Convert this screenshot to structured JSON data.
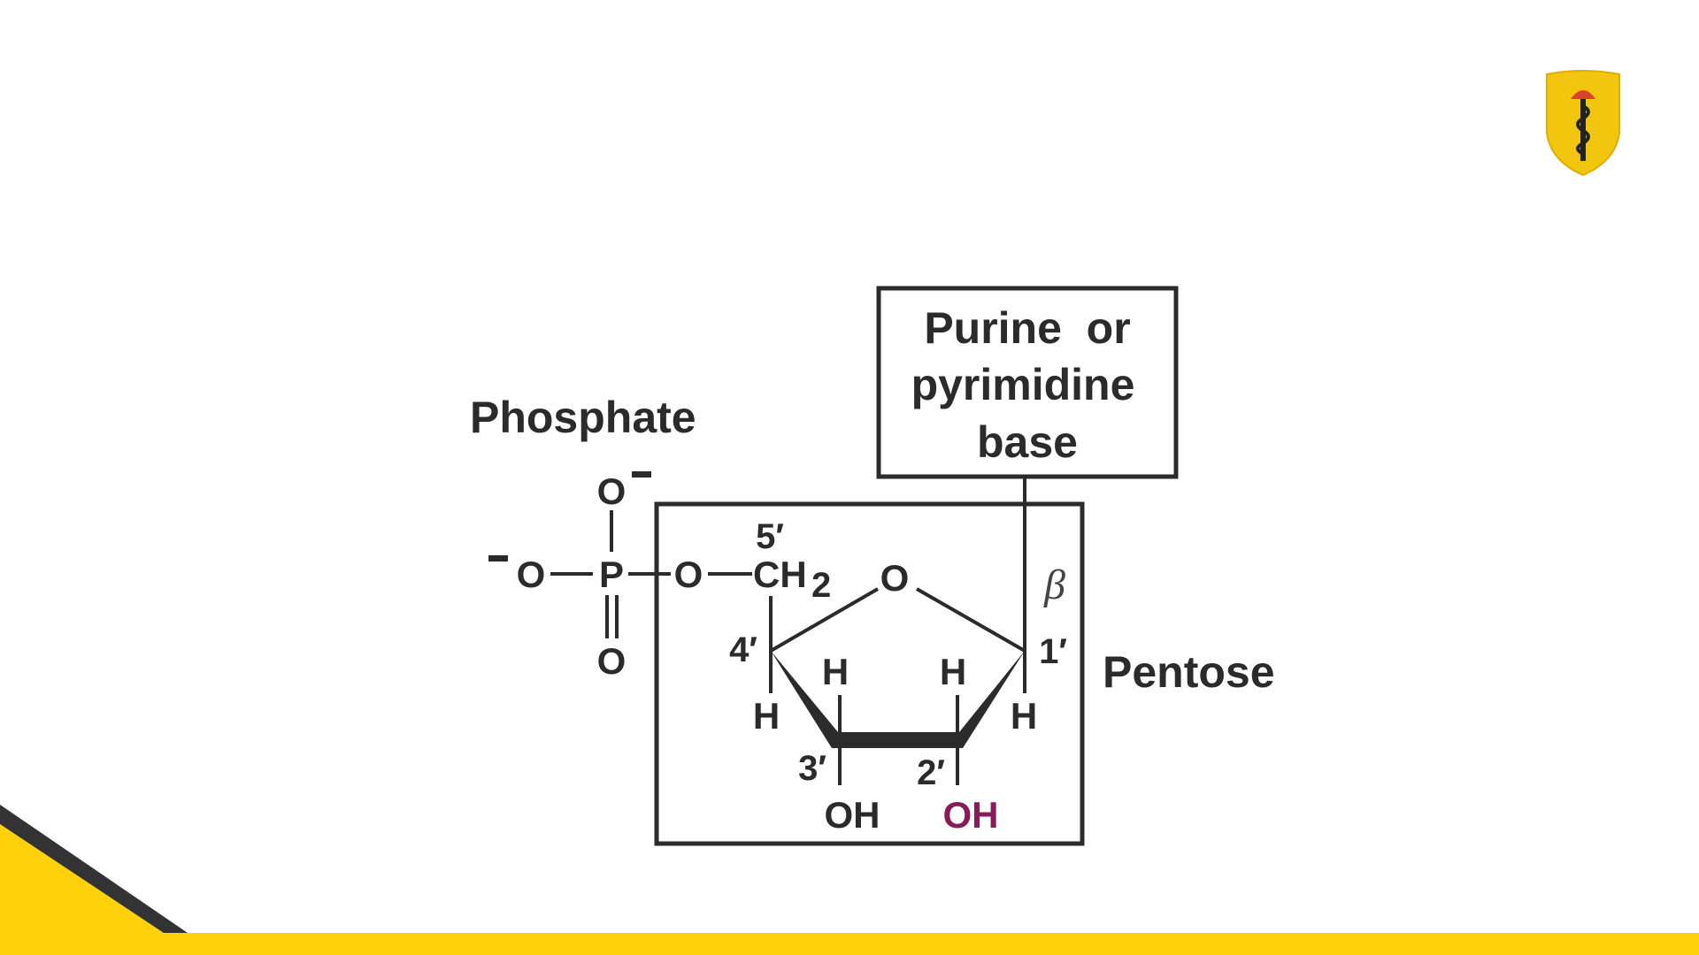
{
  "labels": {
    "phosphate": "Phosphate",
    "pentose": "Pentose",
    "base_lines": [
      "Purine  or",
      "pyrimidine",
      "base"
    ],
    "beta": "β"
  },
  "atoms": {
    "o_top": "O",
    "o_left": "O",
    "p": "P",
    "o_bottom": "O",
    "o_bridge": "O",
    "ch": "CH",
    "ch_sub": "2",
    "o_ring": "O",
    "h_3_top": "H",
    "h_2_top": "H",
    "h_4": "H",
    "h_1": "H",
    "oh_3": "OH",
    "oh_2": "OH",
    "minus": "−"
  },
  "positions": {
    "c5": "5′",
    "c4": "4′",
    "c3": "3′",
    "c2": "2′",
    "c1": "1′"
  },
  "colors": {
    "ink": "#2b2b2b",
    "oh_2_highlight": "#8b1a5a",
    "brand_yellow": "#FDD20A",
    "stripe_dark": "#333333"
  }
}
